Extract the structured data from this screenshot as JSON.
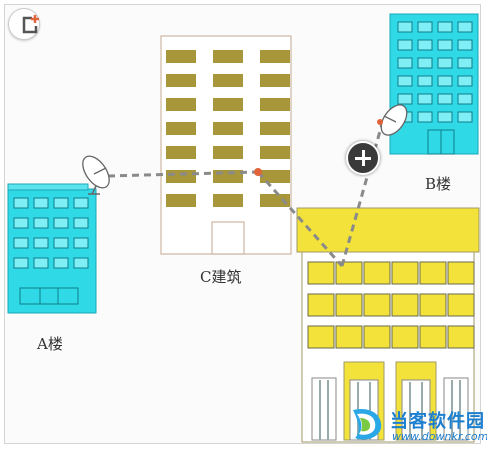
{
  "labels": {
    "building_a": "A楼",
    "building_b": "B楼",
    "building_c": "C建筑"
  },
  "watermark": {
    "title": "当客软件园",
    "url": "www.downkr.com"
  },
  "colors": {
    "cyan_building": "#2fd9e6",
    "window_olive": "#a8963a",
    "yellow_building": "#f2e23a",
    "link_dash": "#8a8a8a",
    "accent_red": "#e0633a"
  },
  "icons": {
    "corner": "add-to-collection-icon",
    "zoom": "zoom-in-icon"
  }
}
